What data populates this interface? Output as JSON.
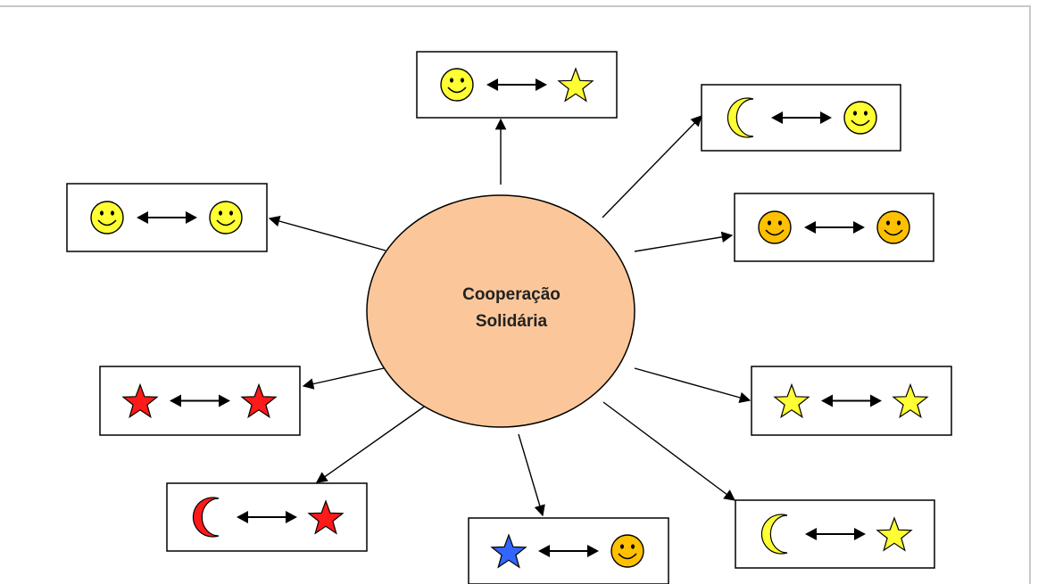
{
  "center": {
    "line1": "Cooperação",
    "line2": "Solidária",
    "fill": "#FBC79A"
  },
  "colors": {
    "yellow": "#FFFF33",
    "orange": "#FFC000",
    "red": "#FF1A1A",
    "blue": "#3366FF",
    "line": "#000000"
  },
  "pairs": [
    {
      "id": "top",
      "left": {
        "icon": "smiley-icon",
        "color": "yellow"
      },
      "right": {
        "icon": "star-icon",
        "color": "yellow"
      }
    },
    {
      "id": "upper-right",
      "left": {
        "icon": "moon-icon",
        "color": "yellow"
      },
      "right": {
        "icon": "smiley-icon",
        "color": "yellow"
      }
    },
    {
      "id": "right",
      "left": {
        "icon": "smiley-icon",
        "color": "orange"
      },
      "right": {
        "icon": "smiley-icon",
        "color": "orange"
      }
    },
    {
      "id": "lower-right",
      "left": {
        "icon": "star-icon",
        "color": "yellow"
      },
      "right": {
        "icon": "star-icon",
        "color": "yellow"
      }
    },
    {
      "id": "bottom-right",
      "left": {
        "icon": "moon-icon",
        "color": "yellow"
      },
      "right": {
        "icon": "star-icon",
        "color": "yellow"
      }
    },
    {
      "id": "bottom",
      "left": {
        "icon": "star-icon",
        "color": "blue"
      },
      "right": {
        "icon": "smiley-icon",
        "color": "orange"
      }
    },
    {
      "id": "bottom-left",
      "left": {
        "icon": "moon-icon",
        "color": "red"
      },
      "right": {
        "icon": "star-icon",
        "color": "red"
      }
    },
    {
      "id": "lower-left",
      "left": {
        "icon": "star-icon",
        "color": "red"
      },
      "right": {
        "icon": "star-icon",
        "color": "red"
      }
    },
    {
      "id": "upper-left",
      "left": {
        "icon": "smiley-icon",
        "color": "yellow"
      },
      "right": {
        "icon": "smiley-icon",
        "color": "yellow"
      }
    }
  ]
}
